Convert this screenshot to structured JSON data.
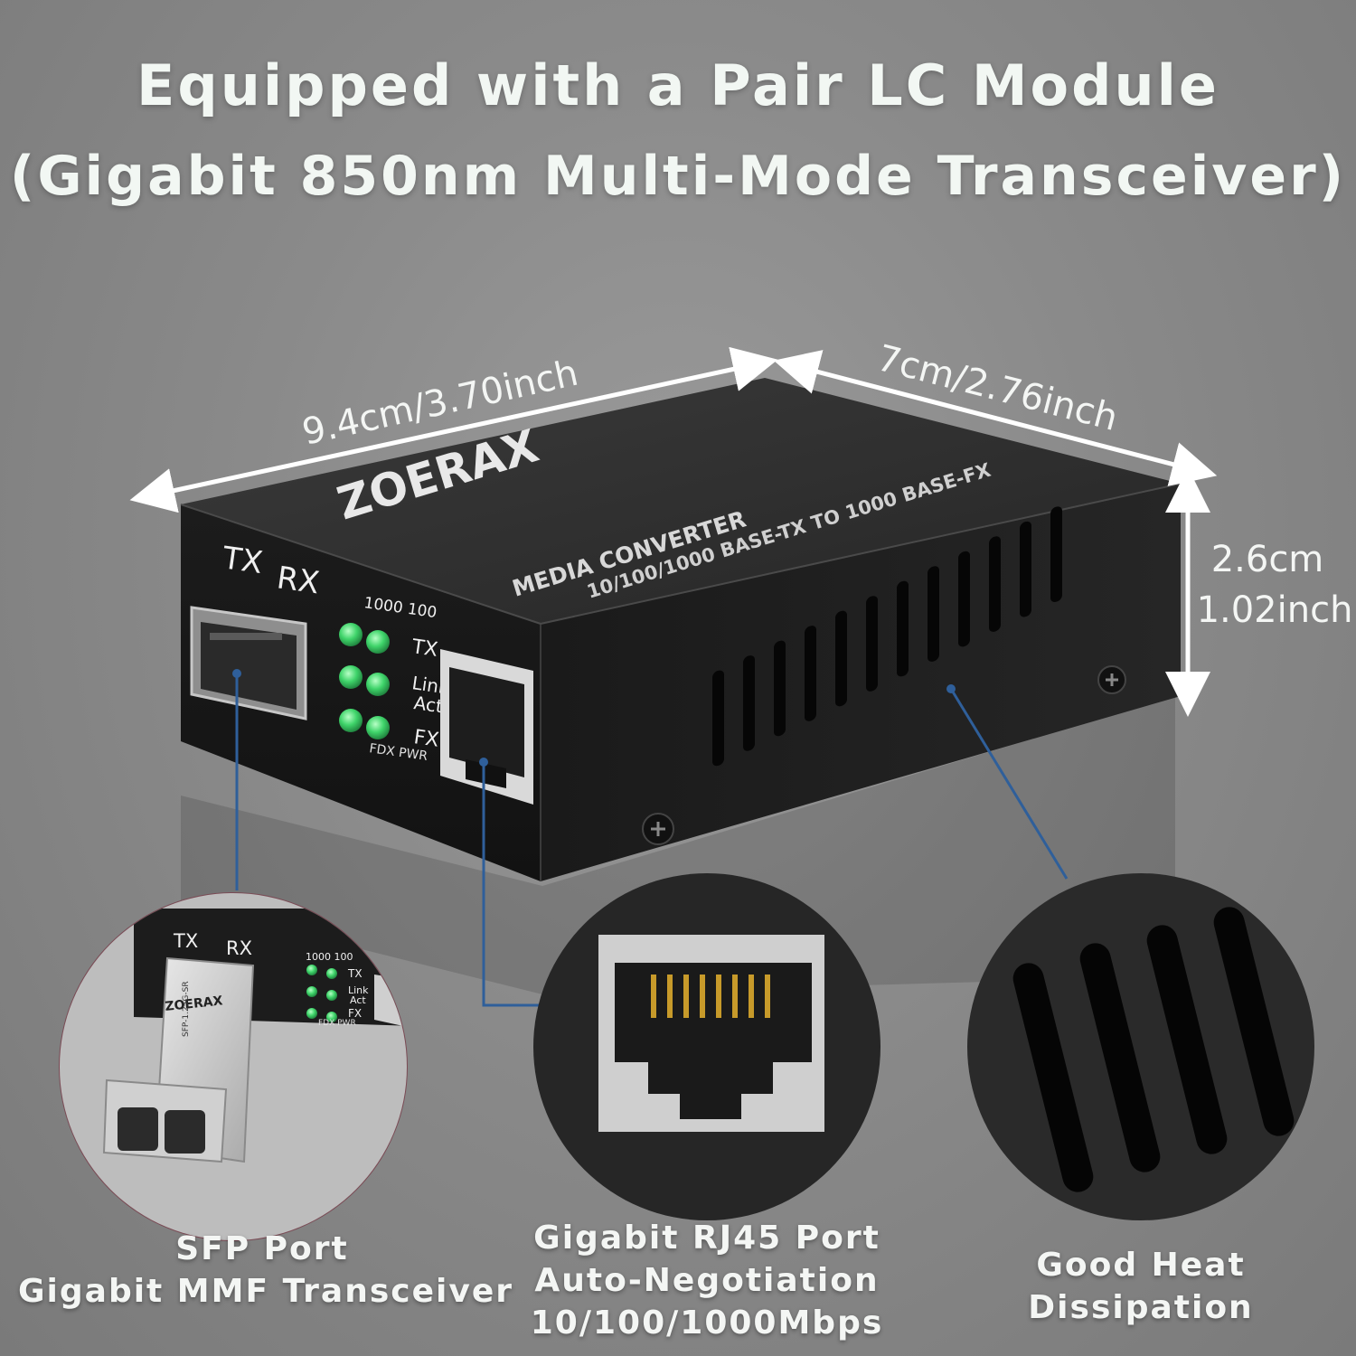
{
  "headline": {
    "line1": "Equipped with a Pair LC Module",
    "line2": "(Gigabit 850nm Multi-Mode Transceiver)"
  },
  "dimensions": {
    "length": "9.4cm/3.70inch",
    "width": "7cm/2.76inch",
    "height_cm": "2.6cm",
    "height_inch": "1.02inch"
  },
  "device": {
    "brand": "ZOERAX",
    "label_line1": "MEDIA CONVERTER",
    "label_line2": "10/100/1000 BASE-TX TO 1000 BASE-FX",
    "port_tx": "TX",
    "port_rx": "RX",
    "led_header": "1000 100",
    "led_tx": "TX",
    "led_link": "Link",
    "led_act": "Act",
    "led_fx": "FX",
    "led_footer": "FDX PWR"
  },
  "module": {
    "brand": "ZOERAX",
    "model": "SFP-1.25G-SR"
  },
  "callouts": {
    "sfp_line1": "SFP Port",
    "sfp_line2": "Gigabit MMF Transceiver",
    "rj45_line1": "Gigabit RJ45 Port",
    "rj45_line2": "Auto-Negotiation",
    "rj45_line3": "10/100/1000Mbps",
    "heat_line1": "Good Heat",
    "heat_line2": "Dissipation"
  },
  "colors": {
    "background": "#8a8a8a",
    "device_body": "#1e1e1e",
    "led_green": "#3fd46a",
    "leader_line": "#2f5f9a",
    "text": "#f4f6f4"
  }
}
